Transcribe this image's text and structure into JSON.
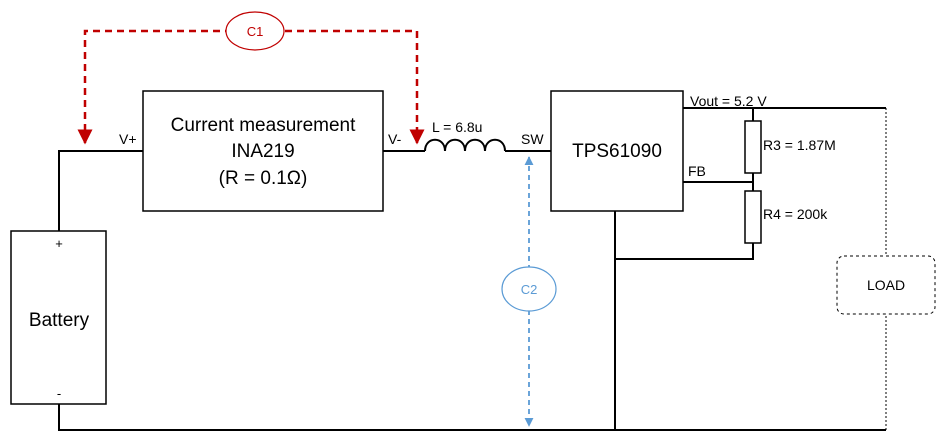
{
  "colors": {
    "wire": "#000000",
    "probe_c1": "#c00000",
    "probe_c2": "#5b9bd5",
    "background": "#ffffff"
  },
  "ina_block": {
    "line1": "Current measurement",
    "line2": "INA219",
    "line3": "(R = 0.1Ω)",
    "pin_in": "V+",
    "pin_out": "V-"
  },
  "inductor": {
    "label": "L = 6.8u"
  },
  "tps_block": {
    "name": "TPS61090",
    "pin_sw": "SW",
    "pin_fb": "FB"
  },
  "output": {
    "label": "Vout = 5.2 V"
  },
  "resistors": [
    {
      "label": "R3 = 1.87M"
    },
    {
      "label": "R4 = 200k"
    }
  ],
  "battery": {
    "label": "Battery",
    "plus": "+",
    "minus": "-"
  },
  "load": {
    "label": "LOAD"
  },
  "probes": [
    {
      "label": "C1",
      "icon": "dashed-double-arrow-icon"
    },
    {
      "label": "C2",
      "icon": "dashed-double-arrow-icon"
    }
  ]
}
